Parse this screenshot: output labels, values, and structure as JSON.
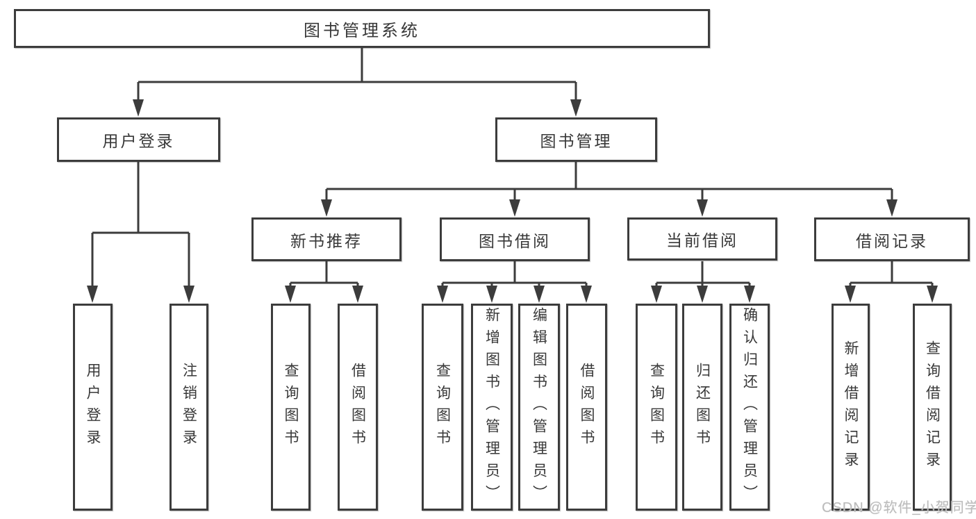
{
  "diagram": {
    "root": {
      "label": "图书管理系统"
    },
    "user_login": {
      "label": "用户登录",
      "leaves": {
        "login": "用户登录",
        "logout": "注销登录"
      }
    },
    "book_management": {
      "label": "图书管理",
      "new_book_recommend": {
        "label": "新书推荐",
        "leaves": {
          "query_book": "查询图书",
          "borrow_book": "借阅图书"
        }
      },
      "book_borrow": {
        "label": "图书借阅",
        "leaves": {
          "query_book": "查询图书",
          "add_book_admin": "新增图书（管理员）",
          "edit_book_admin": "编辑图书（管理员）",
          "borrow_book": "借阅图书"
        }
      },
      "current_borrow": {
        "label": "当前借阅",
        "leaves": {
          "query_book": "查询图书",
          "return_book": "归还图书",
          "confirm_return_admin": "确认归还（管理员）"
        }
      },
      "borrow_record": {
        "label": "借阅记录",
        "leaves": {
          "add_record": "新增借阅记录",
          "query_record": "查询借阅记录"
        }
      }
    }
  },
  "colors": {
    "line": "#3c3c3c",
    "text": "#383838",
    "background": "#ffffff",
    "watermark": "#bcbcbc"
  },
  "watermark": {
    "text": "CSDN @软件_小贺同学"
  }
}
